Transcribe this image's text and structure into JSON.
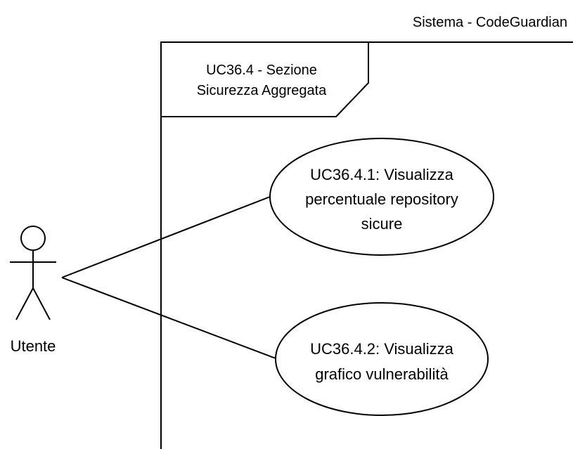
{
  "system": {
    "title": "Sistema - CodeGuardian"
  },
  "frame": {
    "label_line1": "UC36.4 - Sezione",
    "label_line2": "Sicurezza Aggregata"
  },
  "actor": {
    "name": "Utente"
  },
  "use_cases": [
    {
      "lines": [
        "UC36.4.1: Visualizza",
        "percentuale repository",
        "sicure"
      ]
    },
    {
      "lines": [
        "UC36.4.2: Visualizza",
        "grafico vulnerabilità"
      ]
    }
  ],
  "colors": {
    "stroke": "#000000",
    "fill": "#ffffff",
    "text": "#000000"
  }
}
